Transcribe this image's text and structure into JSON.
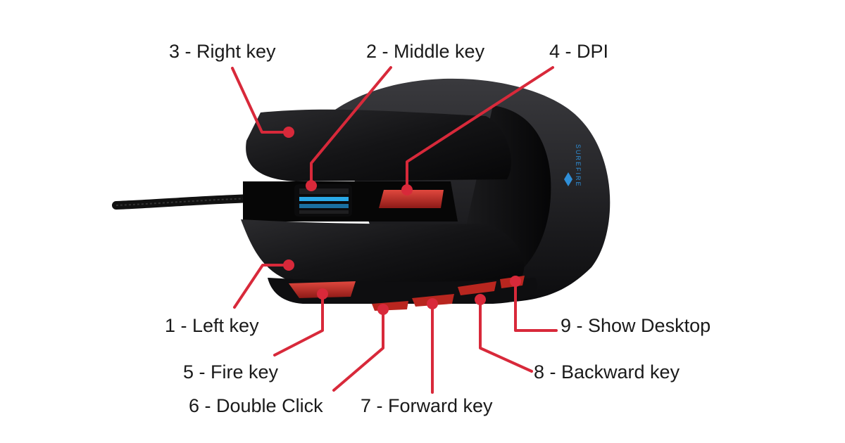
{
  "diagram": {
    "brand": "SUREFIRE",
    "accent_color": "#d8293a",
    "callouts": {
      "right_key": "3 - Right key",
      "middle_key": "2 - Middle key",
      "dpi": "4 - DPI",
      "left_key": "1 - Left key",
      "fire_key": "5 - Fire key",
      "double_click": "6 - Double Click",
      "forward_key": "7 - Forward key",
      "backward_key": "8 - Backward key",
      "show_desktop": "9 - Show Desktop"
    }
  }
}
